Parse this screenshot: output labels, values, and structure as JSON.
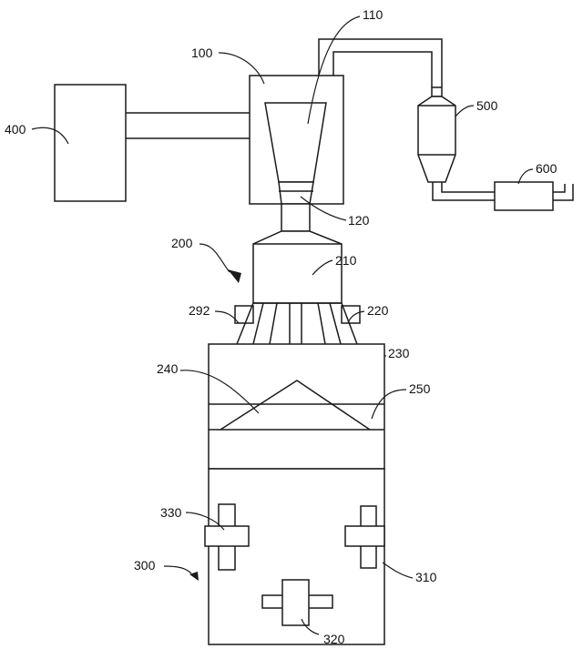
{
  "labels": {
    "l100": "100",
    "l110": "110",
    "l120": "120",
    "l200": "200",
    "l210": "210",
    "l220": "220",
    "l230": "230",
    "l240": "240",
    "l250": "250",
    "l292": "292",
    "l300": "300",
    "l310": "310",
    "l320": "320",
    "l330": "330",
    "l400": "400",
    "l500": "500",
    "l600": "600"
  },
  "colors": {
    "line": "#1a1a1a",
    "background": "#ffffff"
  }
}
